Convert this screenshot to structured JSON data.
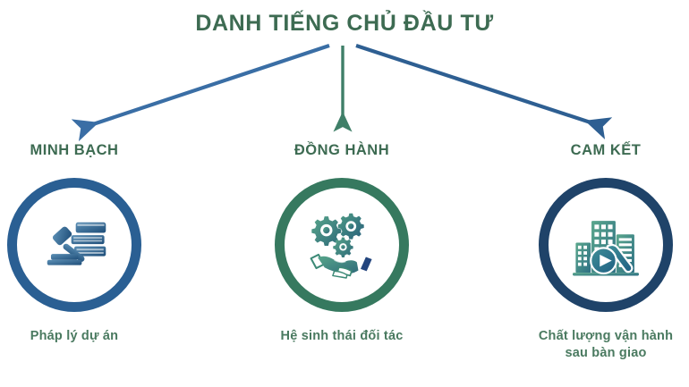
{
  "diagram": {
    "title": "DANH TIẾNG CHỦ ĐẦU TƯ",
    "colors": {
      "title_green": "#3d6b52",
      "caption_green": "#4a7a60",
      "arrow_blue_left": "#3a6ea5",
      "arrow_green_middle": "#3f7f68",
      "arrow_blue_right": "#2e5f92",
      "ring_blue": "#2a5f93",
      "ring_green": "#36795f",
      "ring_navy": "#1f4369"
    },
    "arrows": [
      {
        "name": "arrow-to-minh-bach",
        "direction": "down-left",
        "color": "#3a6ea5"
      },
      {
        "name": "arrow-to-dong-hanh",
        "direction": "down",
        "color": "#3f7f68"
      },
      {
        "name": "arrow-to-cam-ket",
        "direction": "down-right",
        "color": "#2e5f92"
      }
    ],
    "branches": [
      {
        "id": "minh-bach",
        "label": "MINH BẠCH",
        "icon": "gavel-books-icon",
        "ring_color": "#2a5f93",
        "caption_lines": [
          "Pháp lý dự án"
        ]
      },
      {
        "id": "dong-hanh",
        "label": "ĐỒNG HÀNH",
        "icon": "gears-handshake-icon",
        "ring_color": "#36795f",
        "caption_lines": [
          "Hệ sinh thái đối tác"
        ]
      },
      {
        "id": "cam-ket",
        "label": "CAM KẾT",
        "icon": "buildings-wrench-play-icon",
        "ring_color": "#1f4369",
        "caption_lines": [
          "Chất lượng vận hành",
          "sau bàn giao"
        ]
      }
    ]
  }
}
